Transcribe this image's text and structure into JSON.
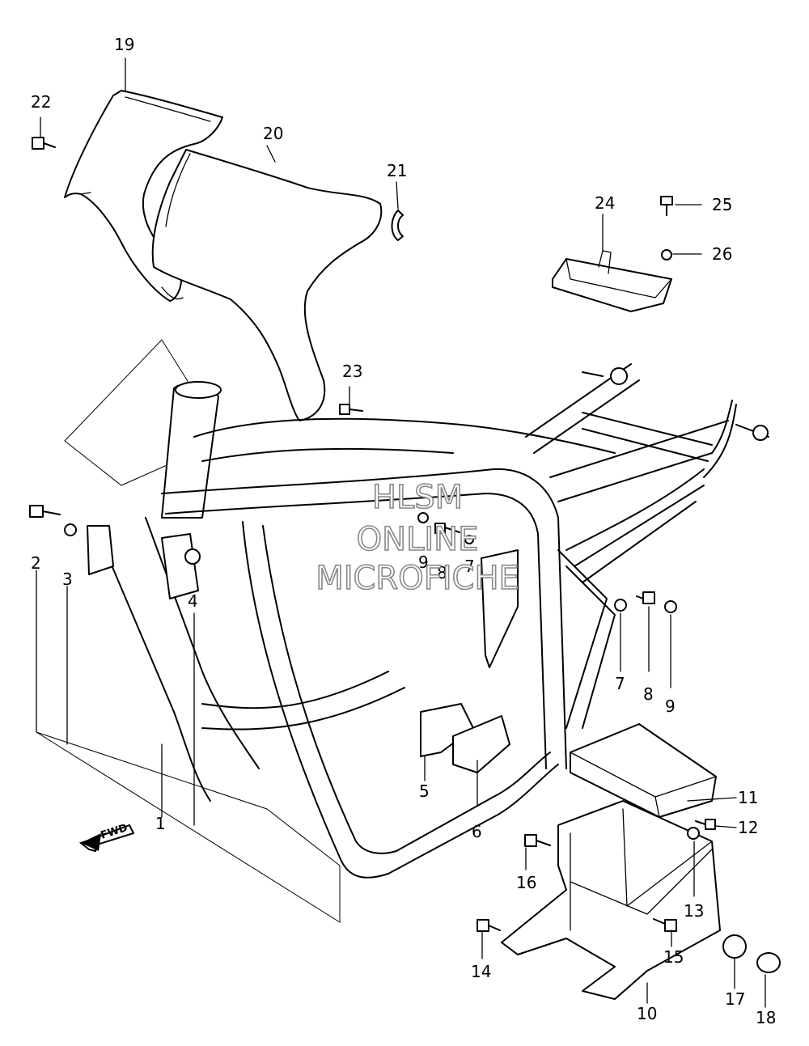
{
  "callouts": {
    "c1": "1",
    "c2": "2",
    "c3": "3",
    "c4": "4",
    "c5": "5",
    "c6": "6",
    "c7a": "7",
    "c7b": "7",
    "c8a": "8",
    "c8b": "8",
    "c9a": "9",
    "c9b": "9",
    "c10": "10",
    "c11": "11",
    "c12": "12",
    "c13": "13",
    "c14": "14",
    "c15": "15",
    "c16": "16",
    "c17": "17",
    "c18": "18",
    "c19": "19",
    "c20": "20",
    "c21": "21",
    "c22": "22",
    "c23": "23",
    "c24": "24",
    "c25": "25",
    "c26": "26"
  },
  "watermark": {
    "line1": "HLSM",
    "line2": "ONLINE",
    "line3": "MICROFICHE"
  },
  "direction_arrow": {
    "label": "FWD"
  }
}
